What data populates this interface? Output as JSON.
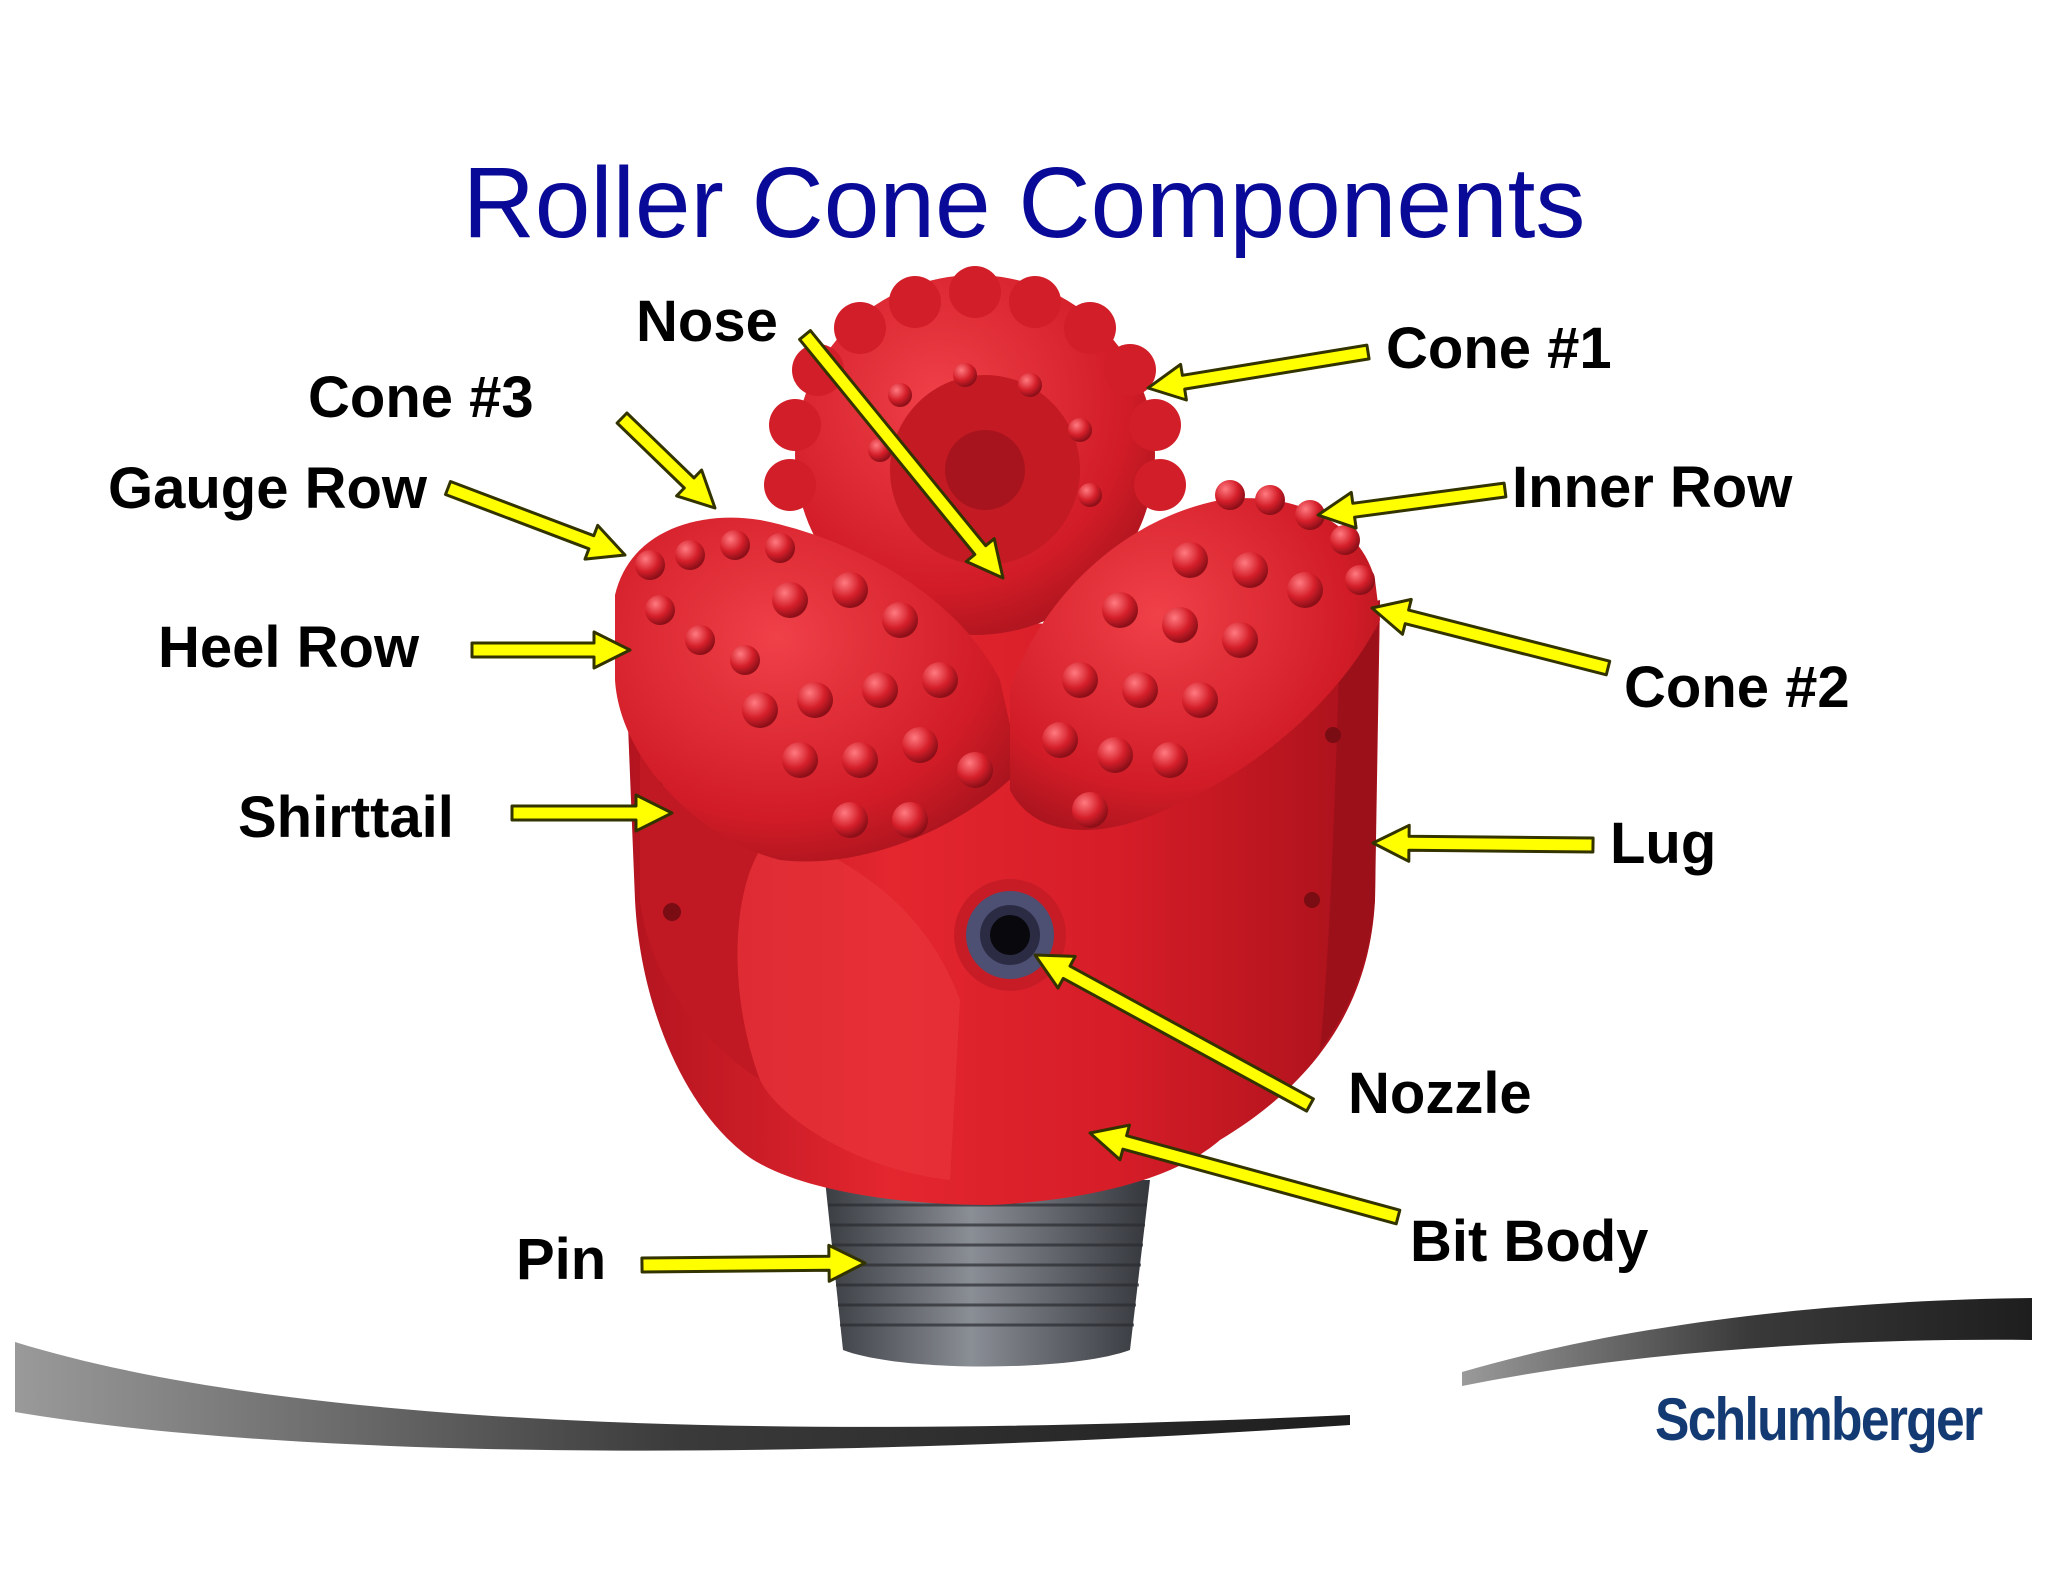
{
  "slide": {
    "title": "Roller Cone Components",
    "title_color": "#0a0a99",
    "logo_text": "Schlumberger",
    "logo_color": "#143a73"
  },
  "labels": {
    "nose": "Nose",
    "cone1": "Cone #1",
    "cone3": "Cone #3",
    "gauge_row": "Gauge Row",
    "inner_row": "Inner Row",
    "heel_row": "Heel Row",
    "cone2": "Cone #2",
    "shirttail": "Shirttail",
    "lug": "Lug",
    "nozzle": "Nozzle",
    "bit_body": "Bit Body",
    "pin": "Pin"
  },
  "colors": {
    "arrow_fill": "#ffff00",
    "arrow_stroke": "#333300",
    "bit_red": "#d81e2a",
    "pin_gray": "#5a5d63"
  },
  "icons": [
    "arrow-icon"
  ]
}
